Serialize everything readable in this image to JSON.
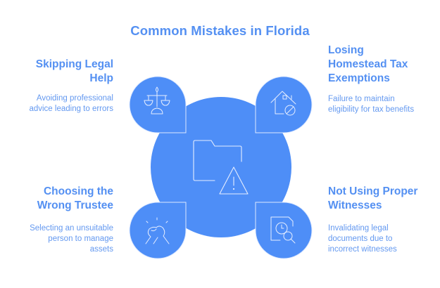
{
  "title": "Common Mistakes in Florida",
  "colors": {
    "accent": "#4E8EF7",
    "heading_text": "#5490F2",
    "body_text": "#6499F0",
    "icon_stroke": "#E6EEFF",
    "background": "#FFFFFF"
  },
  "center": {
    "icon": "folder-warning-icon"
  },
  "items": [
    {
      "position": "top-left",
      "title_lines": [
        "Skipping Legal",
        "Help"
      ],
      "desc_lines": [
        "Avoiding professional",
        "advice leading to errors"
      ],
      "icon": "scales-of-justice-icon"
    },
    {
      "position": "top-right",
      "title_lines": [
        "Losing",
        "Homestead Tax",
        "Exemptions"
      ],
      "desc_lines": [
        "Failure to maintain",
        "eligibility for tax benefits"
      ],
      "icon": "house-prohibited-icon"
    },
    {
      "position": "bottom-left",
      "title_lines": [
        "Choosing the",
        "Wrong Trustee"
      ],
      "desc_lines": [
        "Selecting an unsuitable",
        "person to manage",
        "assets"
      ],
      "icon": "handshake-icon"
    },
    {
      "position": "bottom-right",
      "title_lines": [
        "Not Using Proper",
        "Witnesses"
      ],
      "desc_lines": [
        "Invalidating legal",
        "documents due to",
        "incorrect witnesses"
      ],
      "icon": "document-clock-search-icon"
    }
  ]
}
